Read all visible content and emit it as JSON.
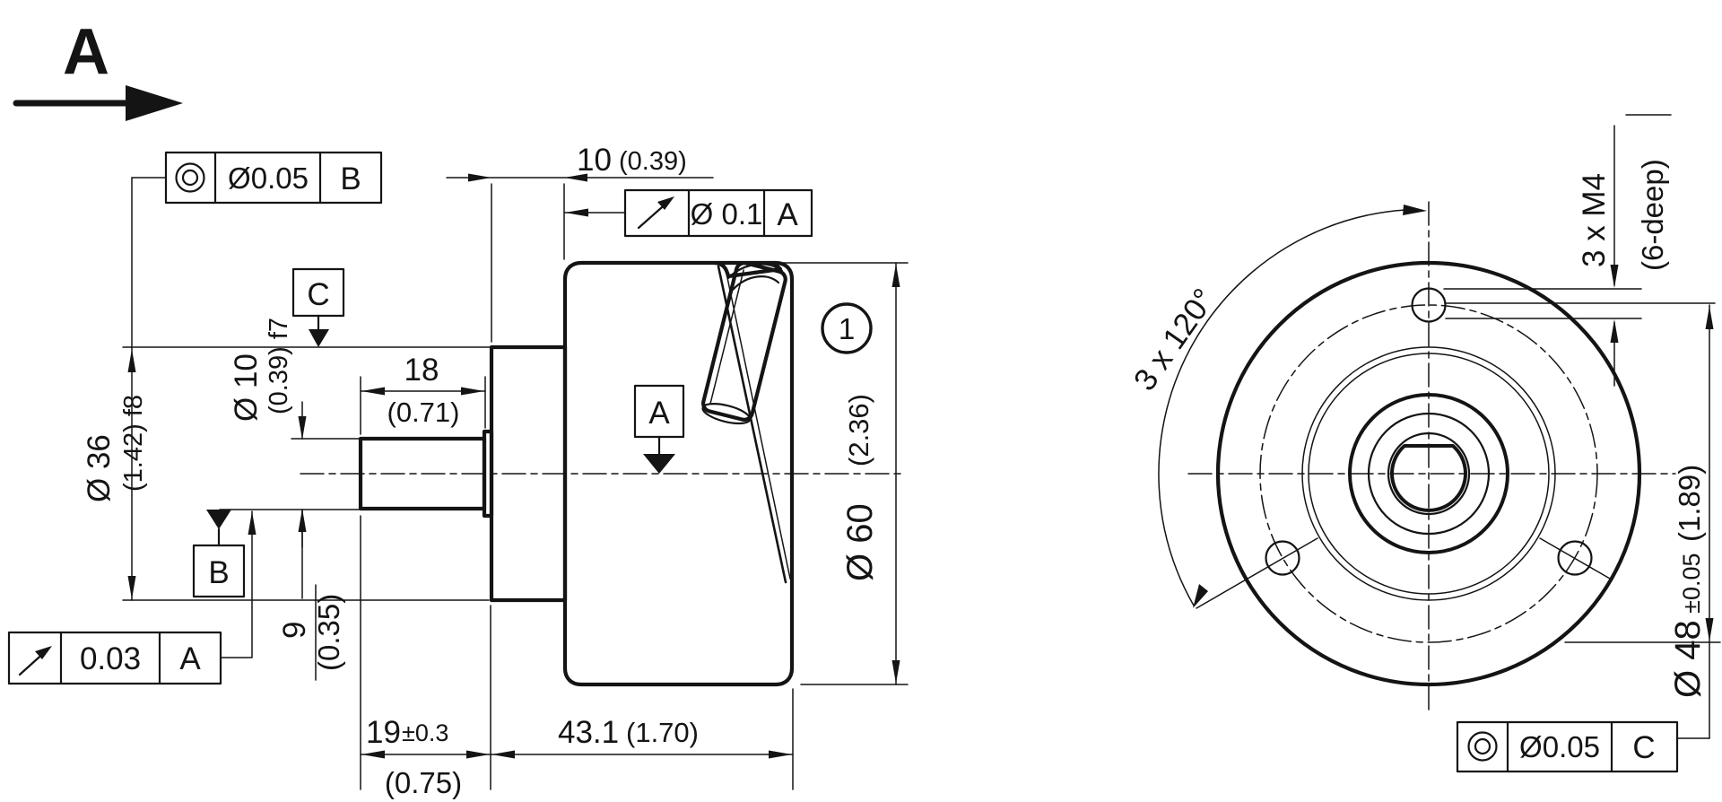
{
  "title_block": {
    "view_label": "A"
  },
  "side_view": {
    "callout": "1",
    "fcf_spigot_runout": {
      "symbol": "concentricity-icon",
      "tol": "Ø0.05",
      "datum": "B"
    },
    "fcf_front_face": {
      "symbol": "circular-runout-icon",
      "tol": "Ø 0.1",
      "datum": "A"
    },
    "fcf_shoulder": {
      "symbol": "circular-runout-icon",
      "tol": "0.03",
      "datum": "A"
    },
    "datum_a": "A",
    "datum_b": "B",
    "datum_c": "C",
    "dim_spigot_len": {
      "mm": "10",
      "inch": "(0.39)"
    },
    "dim_shaft_usable": {
      "mm": "18",
      "inch": "(0.71)"
    },
    "dim_shaft_dia": {
      "mm": "Ø 10",
      "inch": "(0.39) f7"
    },
    "dim_spigot_dia": {
      "mm": "Ø 36",
      "inch": "(1.42) f8"
    },
    "dim_shoulder": {
      "mm": "9",
      "inch": "(0.35)"
    },
    "dim_shaft_len": {
      "mm": "19",
      "tol": "±0.3",
      "inch": "(0.75)"
    },
    "dim_body_len": {
      "mm": "43.1",
      "inch": "(1.70)"
    },
    "dim_body_dia": {
      "mm": "Ø 60",
      "inch": "(2.36)"
    }
  },
  "front_view": {
    "dim_hole_pattern": "3 x 120°",
    "dim_thread": "3 x M4",
    "dim_thread_depth": "(6-deep)",
    "dim_bolt_circle": {
      "mm": "Ø 48",
      "tol": "±0.05",
      "inch": "(1.89)"
    },
    "fcf_bolt_circle": {
      "symbol": "concentricity-icon",
      "tol": "Ø0.05",
      "datum": "C"
    }
  }
}
